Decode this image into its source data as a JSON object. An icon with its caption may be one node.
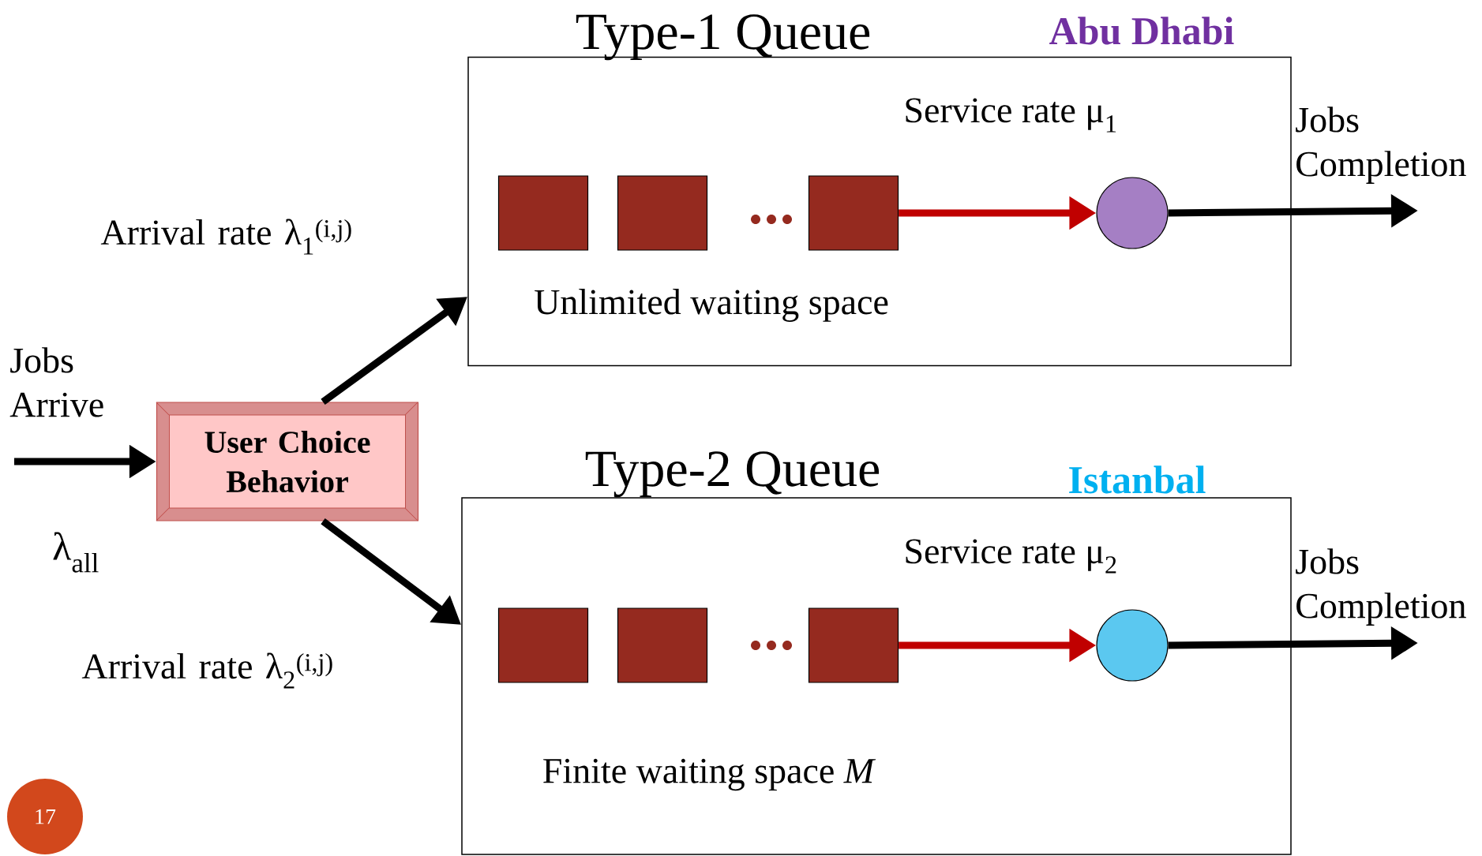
{
  "diagram": {
    "nodes": [
      {
        "text": [
          "Type-1 Queue",
          "Abu Dhabi",
          "Unlimited waiting space"
        ]
      },
      {
        "text": [],
        "shape": "box",
        "in": 0
      },
      {
        "text": [],
        "shape": "box",
        "in": 0
      },
      {
        "text": [],
        "shape": "box",
        "in": 0
      },
      {
        "text": [],
        "shape": "circle",
        "in": 0,
        "beside": [
          "Service rate μ$_{1}$"
        ]
      },
      {
        "text": [
          "User Choice Behavior"
        ]
      },
      {
        "text": [
          "Type-2 Queue",
          "Istanbal",
          "Finite waiting space *M*"
        ]
      },
      {
        "text": [],
        "shape": "box",
        "in": 6
      },
      {
        "text": [],
        "shape": "box",
        "in": 6
      },
      {
        "text": [],
        "shape": "box",
        "in": 6
      },
      {
        "text": [],
        "shape": "circle",
        "in": 6,
        "beside": [
          "Service rate μ$_{2}$"
        ]
      },
      {
        "text": [
          "17"
        ]
      }
    ],
    "edges": [
      {
        "from": null,
        "to": 5,
        "arrow": "to",
        "label": "Jobs Arrive"
      },
      {
        "from": 5,
        "to": 0,
        "arrow": "to",
        "label": "Arrival rate λ$_{1}$$^{(i,j)}$"
      },
      {
        "from": 5,
        "to": 6,
        "arrow": "to",
        "label": "Arrival rate λ$_{2}$$^{(i,j)}$"
      },
      {
        "from": 3,
        "to": 4,
        "arrow": "to",
        "color": "#c00000"
      },
      {
        "from": 4,
        "to": null,
        "arrow": "to",
        "label": "Jobs Completion"
      },
      {
        "from": 9,
        "to": 10,
        "arrow": "to",
        "color": "#c00000"
      },
      {
        "from": 10,
        "to": null,
        "arrow": "to",
        "label": "Jobs Completion"
      }
    ],
    "labels": [
      "λ$_{all}$"
    ]
  }
}
